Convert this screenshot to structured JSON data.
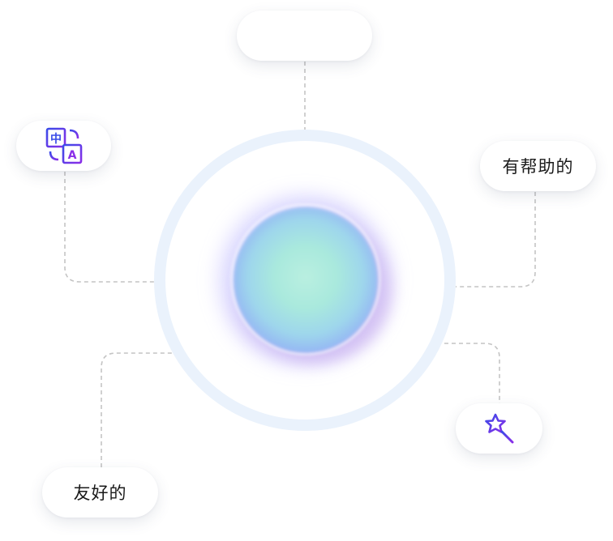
{
  "nodes": {
    "voice": {
      "icon": "audio-waveform-icon"
    },
    "translate": {
      "icon": "translate-icon",
      "glyph_zh": "中",
      "glyph_a": "A"
    },
    "helpful": {
      "label": "有帮助的"
    },
    "friendly": {
      "label": "友好的"
    },
    "magic": {
      "icon": "magic-wand-icon"
    }
  },
  "center": {
    "icon": "assistant-orb"
  },
  "colors": {
    "ring": "#eaf2fc",
    "connector": "#c4c4c4",
    "icon_blue": "#3a4be8",
    "icon_purple": "#8a2ee8",
    "text": "#1a1a1a"
  }
}
